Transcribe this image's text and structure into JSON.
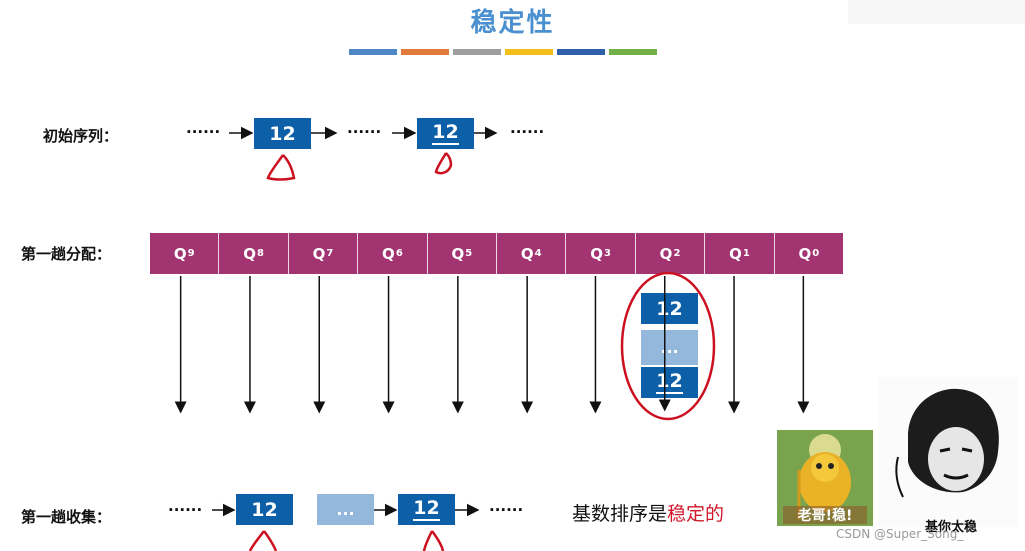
{
  "title": "稳定性",
  "title_bar_colors": [
    "#4f86c6",
    "#e07b3b",
    "#9e9e9e",
    "#f2be1a",
    "#2f5fa8",
    "#72b045"
  ],
  "rows": {
    "initial_label": "初始序列：",
    "distribute_label": "第一趟分配：",
    "collect_label": "第一趟收集："
  },
  "dots": "······",
  "box_value": "12",
  "ellipsis": "...",
  "queues": [
    {
      "letter": "Q",
      "index": "9"
    },
    {
      "letter": "Q",
      "index": "8"
    },
    {
      "letter": "Q",
      "index": "7"
    },
    {
      "letter": "Q",
      "index": "6"
    },
    {
      "letter": "Q",
      "index": "5"
    },
    {
      "letter": "Q",
      "index": "4"
    },
    {
      "letter": "Q",
      "index": "3"
    },
    {
      "letter": "Q",
      "index": "2"
    },
    {
      "letter": "Q",
      "index": "1"
    },
    {
      "letter": "Q",
      "index": "0"
    }
  ],
  "conclusion": {
    "prefix": "基数排序是",
    "highlight": "稳定的"
  },
  "meme": {
    "text_on_image": "老哥!稳!",
    "caption": "基你太稳"
  },
  "watermark": "CSDN @Super_Song_",
  "colors": {
    "box_blue": "#0d5fa8",
    "box_light": "#93b8dc",
    "queue_magenta": "#a33472",
    "annotation_red": "#cc1020",
    "highlight_red": "#d0182a"
  }
}
